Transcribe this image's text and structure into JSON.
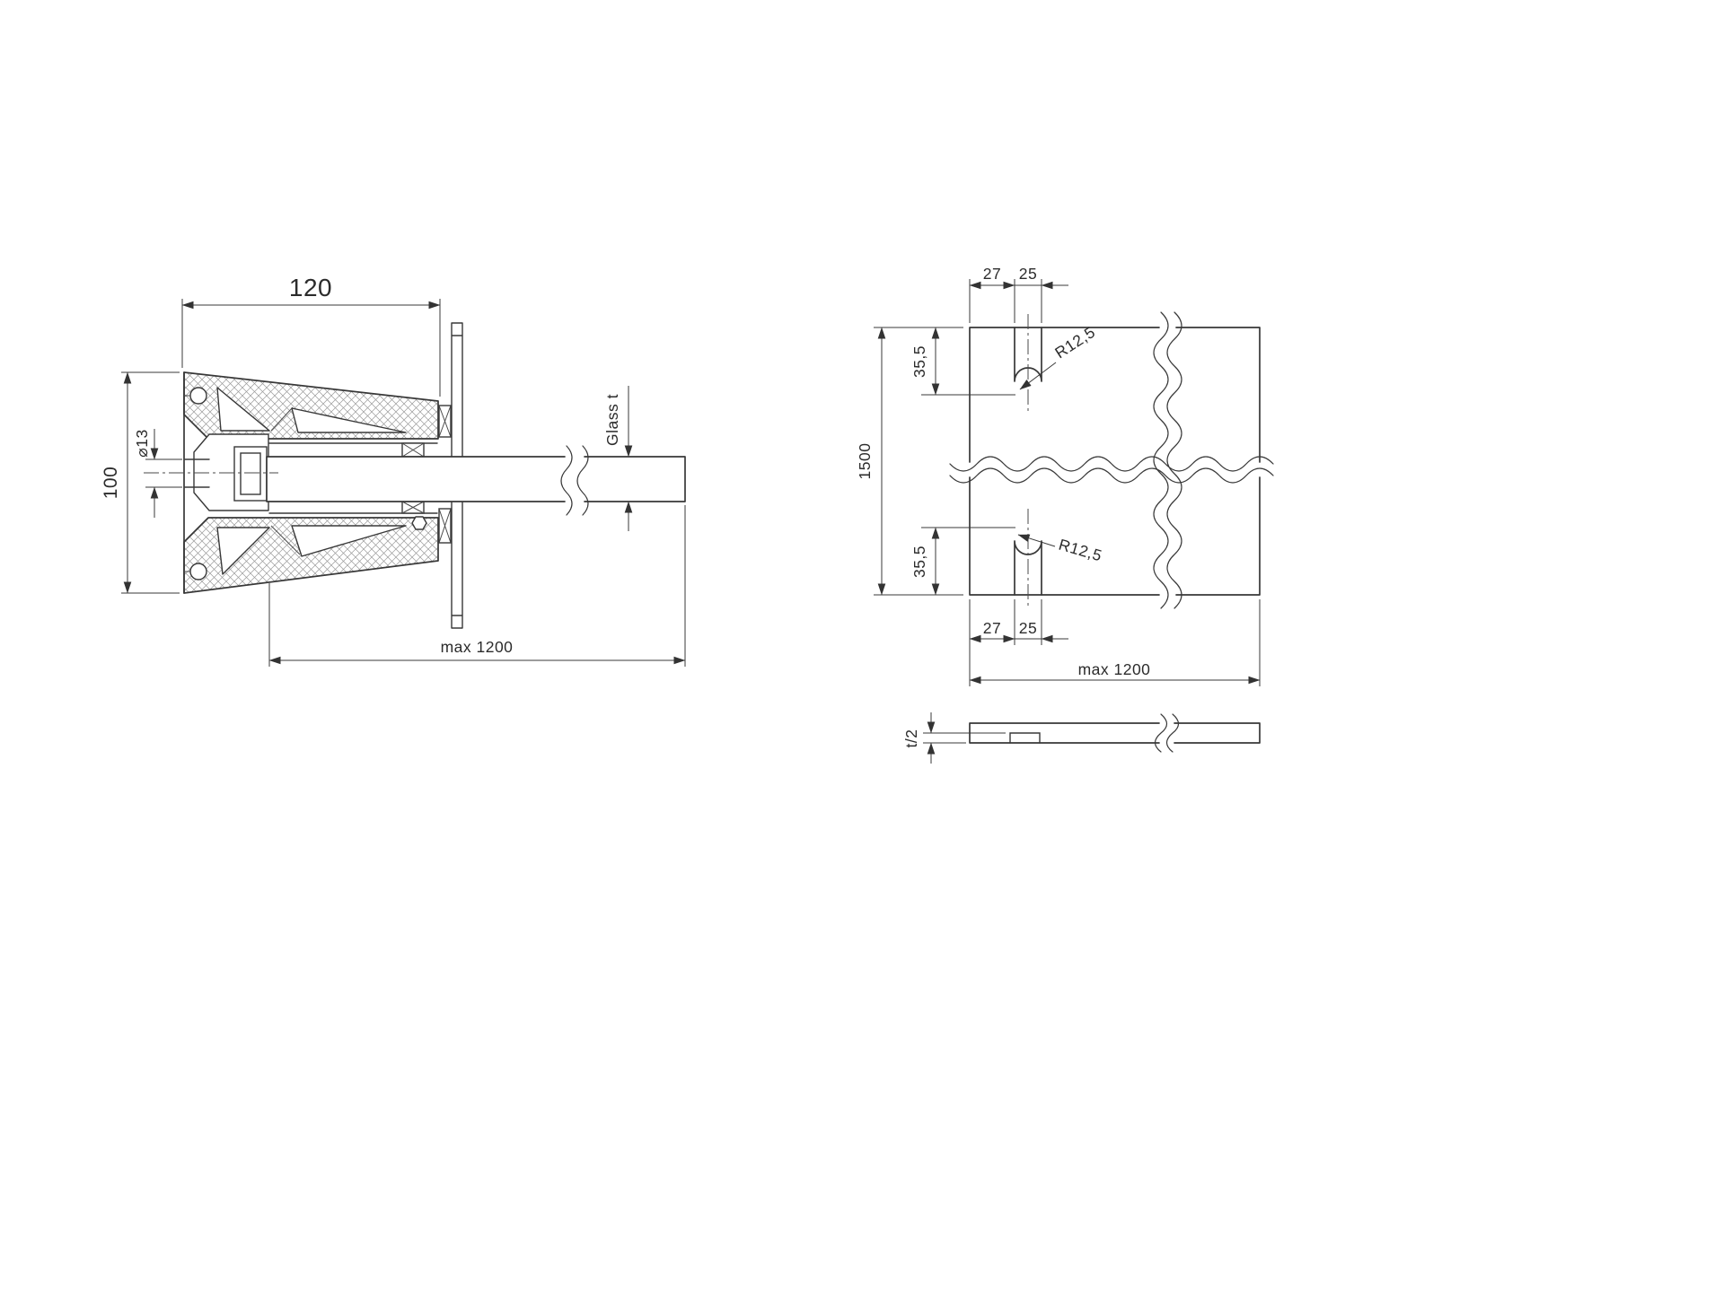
{
  "colors": {
    "line": "#383838",
    "text": "#2c2c2c",
    "background": "#ffffff"
  },
  "section_view": {
    "dim_width": "120",
    "dim_height": "100",
    "dim_hole_diameter": "⌀13",
    "label_glass_thickness": "Glass t",
    "dim_max_projection": "max 1200"
  },
  "panel_view": {
    "dim_edge_to_slot_top": "27",
    "dim_slot_width_top": "25",
    "dim_panel_height": "1500",
    "dim_slot_depth_top": "35,5",
    "label_slot_radius_top": "R12,5",
    "dim_slot_depth_bottom": "35,5",
    "label_slot_radius_bottom": "R12,5",
    "dim_edge_to_slot_bottom": "27",
    "dim_slot_width_bottom": "25",
    "dim_max_width": "max 1200"
  },
  "edge_view": {
    "dim_half_thickness": "t/2"
  }
}
